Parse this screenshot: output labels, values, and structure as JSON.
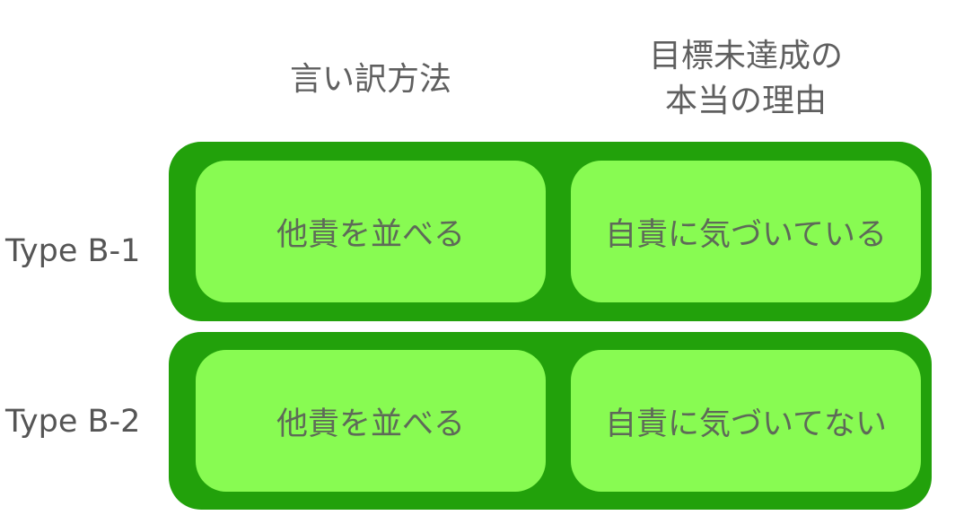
{
  "columns": [
    {
      "lines": [
        "言い訳方法"
      ]
    },
    {
      "lines": [
        "目標未達成の",
        "本当の理由"
      ]
    }
  ],
  "rows": [
    {
      "label": "Type B-1",
      "cells": [
        "他責を並べる",
        "自責に気づいている"
      ]
    },
    {
      "label": "Type B-2",
      "cells": [
        "他責を並べる",
        "自責に気づいてない"
      ]
    }
  ],
  "colors": {
    "frame": "#22a10b",
    "cell": "#88fb52",
    "text": "#5f5f5f"
  }
}
